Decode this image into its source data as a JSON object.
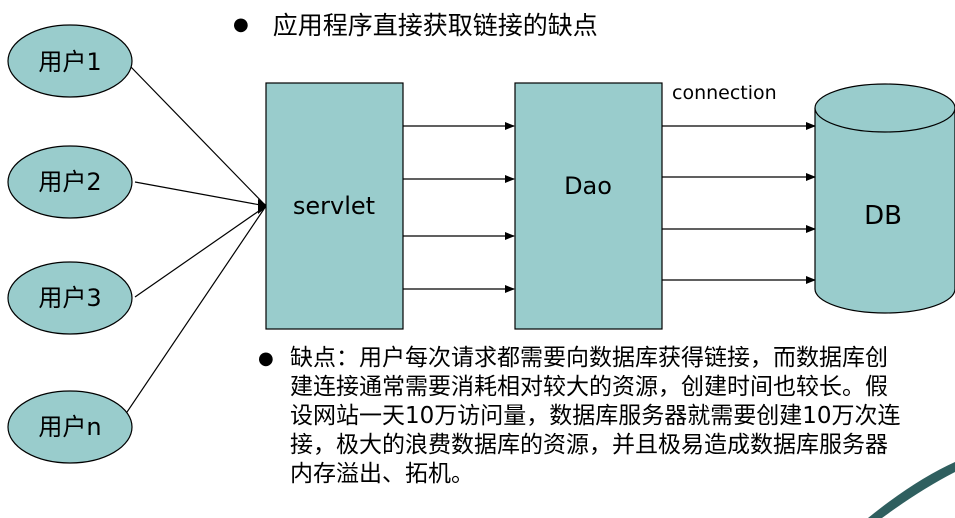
{
  "title": "应用程序直接获取链接的缺点",
  "bullet_char": "●",
  "users": [
    "用户1",
    "用户2",
    "用户3",
    "用户n"
  ],
  "servlet_label": "servlet",
  "dao_label": "Dao",
  "db_label": "DB",
  "connection_label": "connection",
  "note_text": "缺点：用户每次请求都需要向数据库获得链接，而数据库创建连接通常需要消耗相对较大的资源，创建时间也较长。假设网站一天10万访问量，数据库服务器就需要创建10万次连接，极大的浪费数据库的资源，并且极易造成数据库服务器内存溢出、拓机。",
  "colors": {
    "fill": "#99cccc",
    "stroke": "#000000",
    "corner_accent": "#2f5f5f"
  }
}
